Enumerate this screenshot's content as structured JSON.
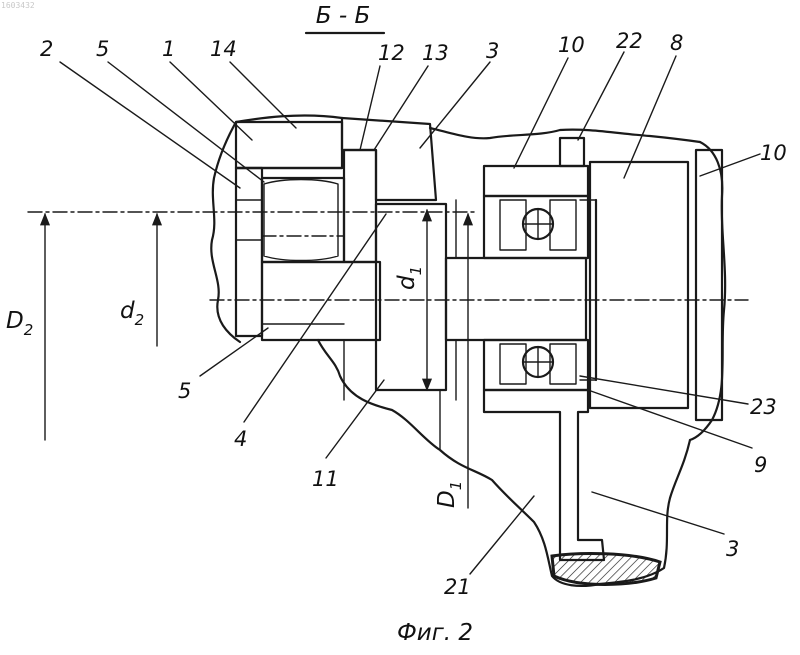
{
  "doc_id": "1603432",
  "section_title": "Б - Б",
  "figure_caption": "Фиг. 2",
  "dimensions": {
    "D2": {
      "main": "D",
      "sub": "2"
    },
    "d2": {
      "main": "d",
      "sub": "2"
    },
    "d1": {
      "main": "d",
      "sub": "1"
    },
    "D1": {
      "main": "D",
      "sub": "1"
    }
  },
  "callouts": {
    "c2": "2",
    "c5a": "5",
    "c1": "1",
    "c14": "14",
    "c12": "12",
    "c13": "13",
    "c3a": "3",
    "c10a": "10",
    "c22": "22",
    "c8": "8",
    "c10b": "10",
    "c23": "23",
    "c9": "9",
    "c3b": "3",
    "c21": "21",
    "c11": "11",
    "c4": "4",
    "c5b": "5"
  },
  "colors": {
    "ink": "#1a1a1a",
    "paper": "#ffffff"
  }
}
